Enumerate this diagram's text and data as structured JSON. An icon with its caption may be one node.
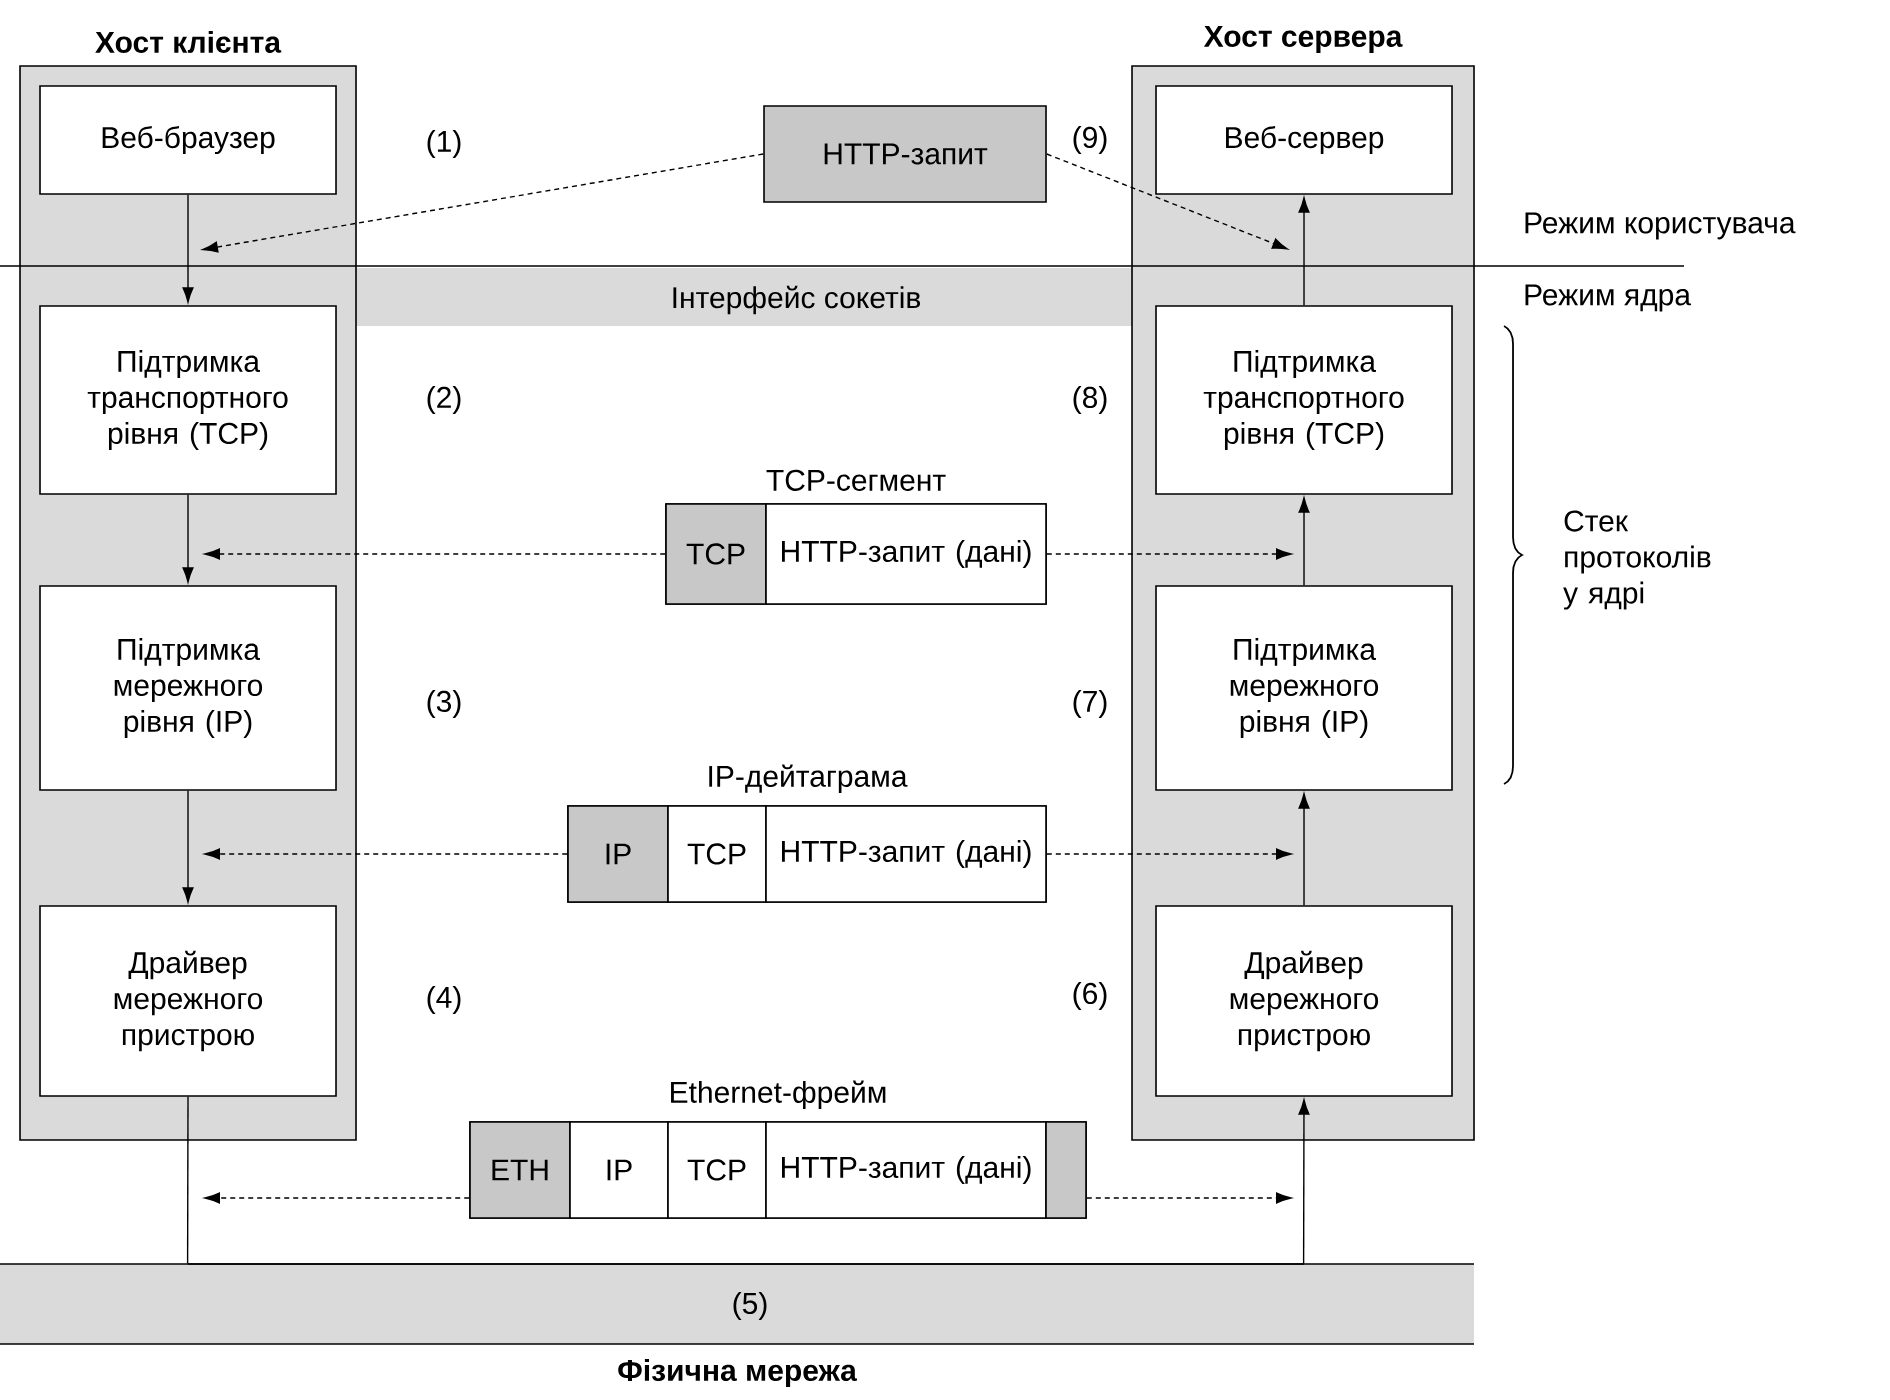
{
  "diagram": {
    "nodes": [
      {
        "text": [
          "Хост клієнта"
        ]
      },
      {
        "text": [
          "Веб-браузер"
        ],
        "in": 0
      },
      {
        "text": [
          "Підтримка транспортного рівня (TCP)"
        ],
        "in": 0
      },
      {
        "text": [
          "Підтримка мережного рівня (IP)"
        ],
        "in": 0
      },
      {
        "text": [
          "Драйвер мережного пристрою"
        ],
        "in": 0
      },
      {
        "text": [
          "Хост сервера"
        ]
      },
      {
        "text": [
          "Веб-сервер"
        ],
        "in": 5
      },
      {
        "text": [
          "Підтримка транспортного рівня (TCP)"
        ],
        "in": 5
      },
      {
        "text": [
          "Підтримка мережного рівня (IP)"
        ],
        "in": 5
      },
      {
        "text": [
          "Драйвер мережного пристрою"
        ],
        "in": 5
      },
      {
        "text": [
          "HTTP-запит"
        ]
      },
      {
        "text": [
          "TCP-сегмент"
        ]
      },
      {
        "text": [
          "TCP"
        ],
        "in": 11
      },
      {
        "text": [
          "HTTP-запит (дані)"
        ],
        "in": 11
      },
      {
        "text": [
          "IP-дейтаграма"
        ]
      },
      {
        "text": [
          "IP"
        ],
        "in": 14
      },
      {
        "text": [
          "TCP"
        ],
        "in": 14
      },
      {
        "text": [
          "HTTP-запит (дані)"
        ],
        "in": 14
      },
      {
        "text": [
          "Ethernet-фрейм"
        ]
      },
      {
        "text": [
          "ETH"
        ],
        "in": 18
      },
      {
        "text": [
          "IP"
        ],
        "in": 18
      },
      {
        "text": [
          "TCP"
        ],
        "in": 18
      },
      {
        "text": [
          "HTTP-запит (дані)"
        ],
        "in": 18
      },
      {
        "text": [],
        "shape": "box",
        "in": 18
      },
      {
        "text": [
          "Фізична мережа"
        ]
      }
    ],
    "edges": [
      {
        "from": 1,
        "to": 2,
        "arrow": "to"
      },
      {
        "from": 2,
        "to": 3,
        "arrow": "to"
      },
      {
        "from": 3,
        "to": 4,
        "arrow": "to"
      },
      {
        "from": 4,
        "to": 24,
        "arrow": "none"
      },
      {
        "from": 24,
        "to": 9,
        "arrow": "to"
      },
      {
        "from": 9,
        "to": 8,
        "arrow": "to"
      },
      {
        "from": 8,
        "to": 7,
        "arrow": "to"
      },
      {
        "from": 7,
        "to": 6,
        "arrow": "to"
      },
      {
        "from": 10,
        "to": null,
        "arrow": "to",
        "style": "dashed"
      },
      {
        "from": 10,
        "to": null,
        "arrow": "to",
        "style": "dashed"
      },
      {
        "from": 11,
        "to": null,
        "arrow": "to",
        "style": "dashed"
      },
      {
        "from": 11,
        "to": null,
        "arrow": "to",
        "style": "dashed"
      },
      {
        "from": 14,
        "to": null,
        "arrow": "to",
        "style": "dashed"
      },
      {
        "from": 14,
        "to": null,
        "arrow": "to",
        "style": "dashed"
      },
      {
        "from": 18,
        "to": null,
        "arrow": "to",
        "style": "dashed"
      },
      {
        "from": 18,
        "to": null,
        "arrow": "to",
        "style": "dashed"
      }
    ],
    "labels": [
      "(1)",
      "(9)",
      "Режим користувача",
      "Інтерфейс сокетів",
      "Режим ядра",
      "(2)",
      "(8)",
      "Стек протоколів у ядрі",
      "(3)",
      "(7)",
      "(4)",
      "(6)",
      "(5)"
    ]
  }
}
